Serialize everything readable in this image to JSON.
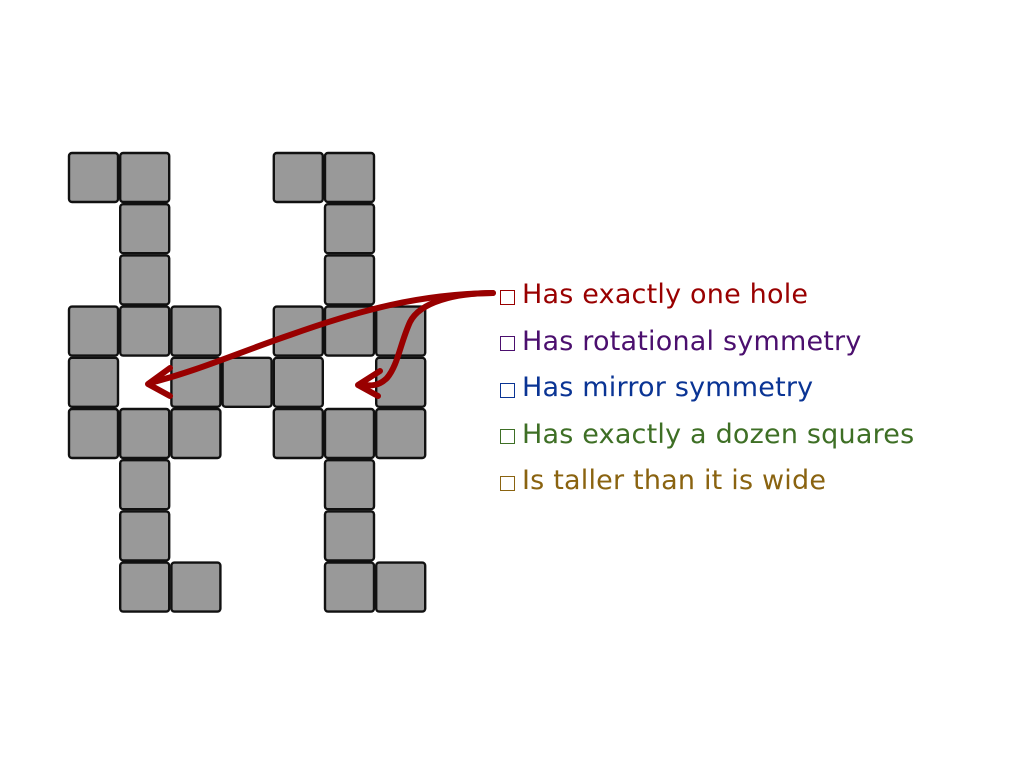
{
  "colors": {
    "square_fill": "#999999",
    "square_stroke": "#111111",
    "arrow": "#990000"
  },
  "shapes": [
    {
      "name": "left-shape",
      "cells": [
        [
          0,
          0
        ],
        [
          1,
          0
        ],
        [
          1,
          1
        ],
        [
          1,
          2
        ],
        [
          0,
          3
        ],
        [
          1,
          3
        ],
        [
          2,
          3
        ],
        [
          0,
          4
        ],
        [
          2,
          4
        ],
        [
          3,
          4
        ],
        [
          0,
          5
        ],
        [
          1,
          5
        ],
        [
          2,
          5
        ],
        [
          1,
          6
        ],
        [
          1,
          7
        ],
        [
          1,
          8
        ],
        [
          2,
          8
        ]
      ]
    },
    {
      "name": "right-shape",
      "cells": [
        [
          4,
          0
        ],
        [
          5,
          0
        ],
        [
          5,
          1
        ],
        [
          5,
          2
        ],
        [
          4,
          3
        ],
        [
          5,
          3
        ],
        [
          6,
          3
        ],
        [
          4,
          4
        ],
        [
          6,
          4
        ],
        [
          4,
          5
        ],
        [
          5,
          5
        ],
        [
          6,
          5
        ],
        [
          5,
          6
        ],
        [
          5,
          7
        ],
        [
          5,
          8
        ],
        [
          6,
          8
        ]
      ]
    }
  ],
  "checklist": [
    {
      "label": "Has exactly one hole",
      "color": "#990000"
    },
    {
      "label": "Has rotational symmetry",
      "color": "#4b0f6e"
    },
    {
      "label": "Has mirror symmetry",
      "color": "#0a3494"
    },
    {
      "label": "Has exactly a dozen squares",
      "color": "#3e6f25"
    },
    {
      "label": "Is taller than it is wide",
      "color": "#8a6310"
    }
  ],
  "arrow_targets": [
    "left-hole",
    "right-hole"
  ]
}
